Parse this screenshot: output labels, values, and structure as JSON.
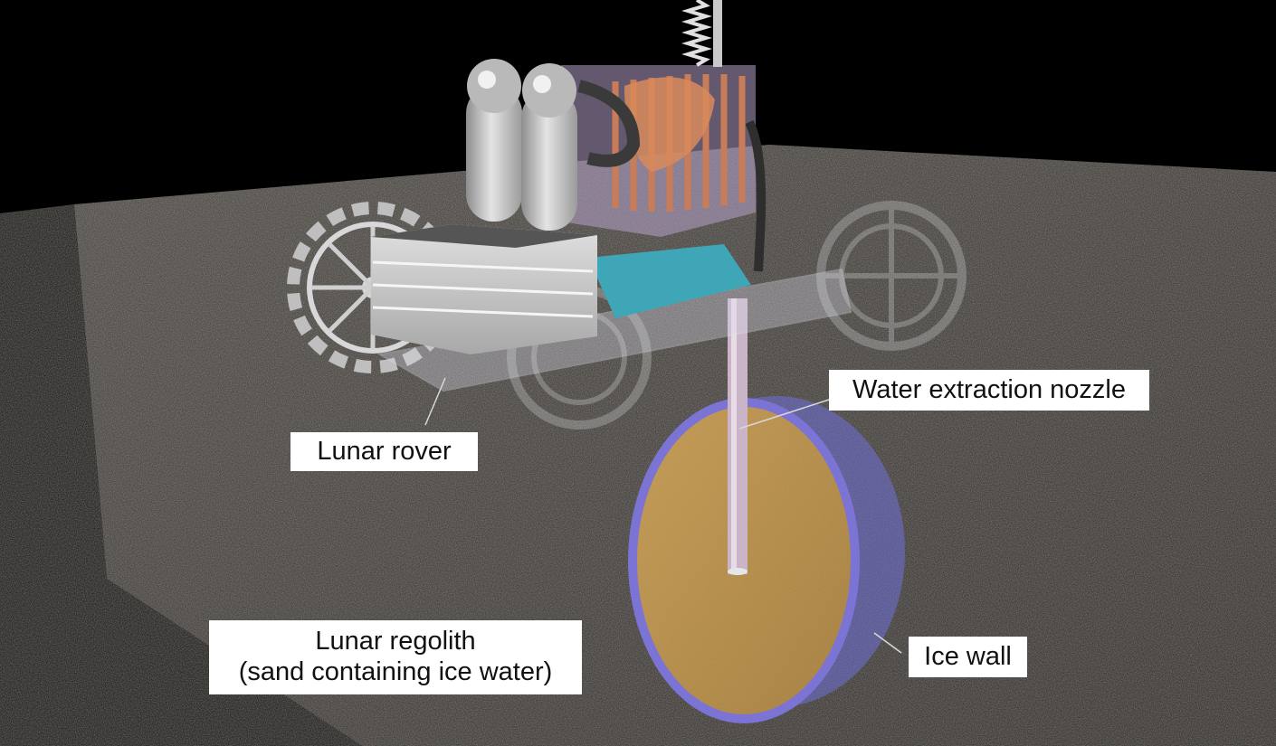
{
  "diagram": {
    "labels": {
      "nozzle": "Water extraction nozzle",
      "rover": "Lunar rover",
      "regolith_line1": "Lunar regolith",
      "regolith_line2": "(sand containing ice water)",
      "ice_wall": "Ice wall"
    },
    "colors": {
      "background": "#000000",
      "regolith": "#4a4744",
      "regolith_side": "#3a3735",
      "ice_wall": "#6f6fd8",
      "sand_core": "#b8924e",
      "label_bg": "#ffffff",
      "label_text": "#111111",
      "nozzle": "#c9b4c8"
    }
  }
}
